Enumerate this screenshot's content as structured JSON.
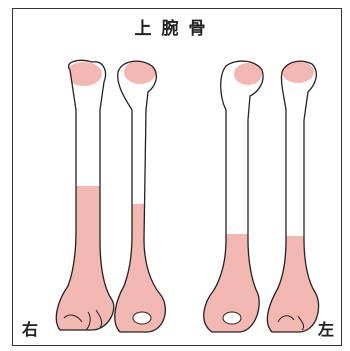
{
  "title": "上腕骨",
  "labels": {
    "right": "右",
    "left": "左"
  },
  "colors": {
    "highlight": "#f3b8b2",
    "outline": "#222222",
    "frame": "#333333"
  },
  "bones": [
    {
      "side": "right",
      "view": "anterior"
    },
    {
      "side": "right",
      "view": "posterior"
    },
    {
      "side": "left",
      "view": "posterior"
    },
    {
      "side": "left",
      "view": "anterior"
    }
  ]
}
